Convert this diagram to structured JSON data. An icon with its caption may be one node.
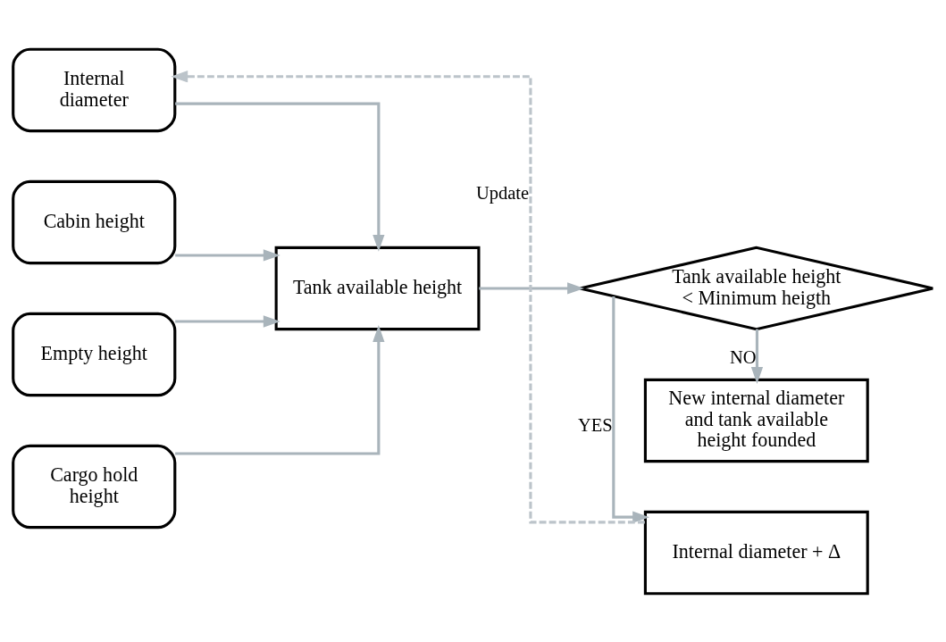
{
  "diagram": {
    "nodes": [
      {
        "text": [
          "Internal diameter"
        ]
      },
      {
        "text": [
          "Cabin height"
        ]
      },
      {
        "text": [
          "Empty height"
        ]
      },
      {
        "text": [
          "Cargo hold height"
        ]
      },
      {
        "text": [
          "Tank available height"
        ]
      },
      {
        "text": [
          "Tank available height < Minimum heigth"
        ]
      },
      {
        "text": [
          "Internal diameter + Δ"
        ]
      },
      {
        "text": [
          "New internal diameter and tank available height founded"
        ]
      }
    ],
    "edges": [
      {
        "from": 0,
        "to": 4,
        "arrow": "to"
      },
      {
        "from": 1,
        "to": 4,
        "arrow": "to"
      },
      {
        "from": 2,
        "to": 4,
        "arrow": "to"
      },
      {
        "from": 3,
        "to": 4,
        "arrow": "to"
      },
      {
        "from": 4,
        "to": 5,
        "arrow": "to"
      },
      {
        "from": 5,
        "to": 6,
        "arrow": "to",
        "label": "YES"
      },
      {
        "from": 5,
        "to": 7,
        "arrow": "to",
        "label": "NO"
      },
      {
        "from": 6,
        "to": 0,
        "arrow": "to",
        "label": "Update",
        "style": "dashed",
        "color": "#bcc4ca"
      }
    ]
  }
}
